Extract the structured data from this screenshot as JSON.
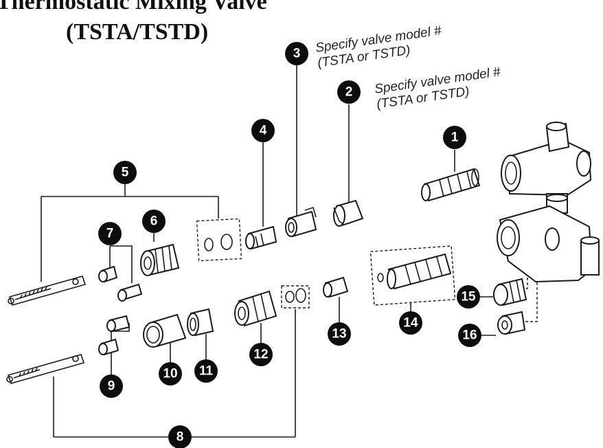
{
  "title": {
    "line1": "Thermostatic Mixing Valve",
    "line2": "(TSTA/TSTD)"
  },
  "notes": {
    "part3": "Specify valve model #",
    "part3_sub": "(TSTA or TSTD)",
    "part2": "Specify valve model #",
    "part2_sub": "(TSTA or TSTD)"
  },
  "callouts": [
    "1",
    "2",
    "3",
    "4",
    "5",
    "6",
    "7",
    "8",
    "9",
    "10",
    "11",
    "12",
    "13",
    "14",
    "15",
    "16"
  ],
  "colors": {
    "ink": "#1a1a1a",
    "badge": "#0d0d0d",
    "background": "#ffffff"
  }
}
